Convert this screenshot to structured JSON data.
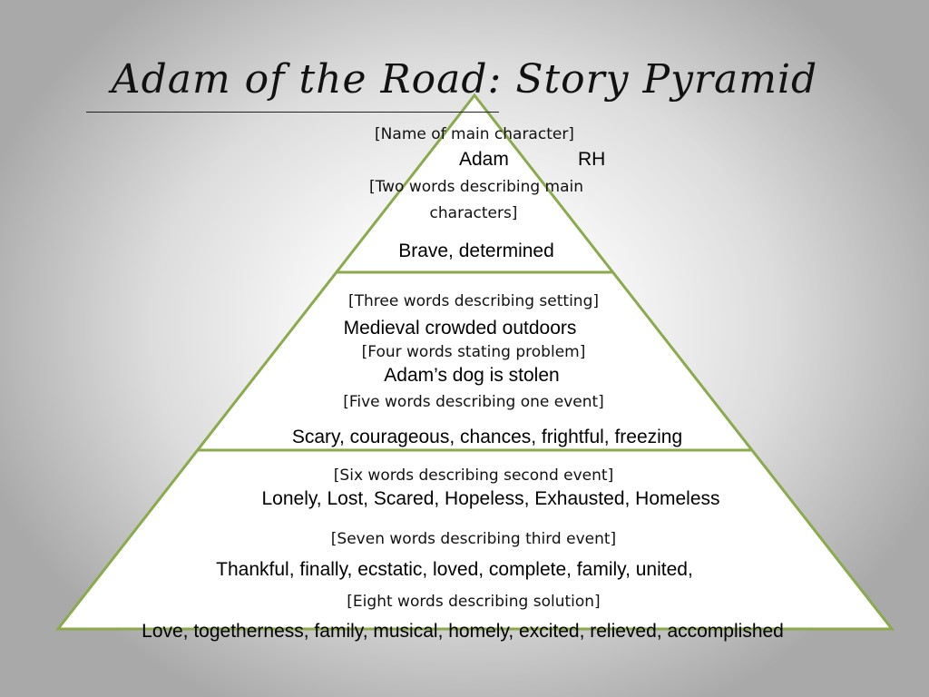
{
  "slide": {
    "title": "Adam of the Road: Story Pyramid"
  },
  "pyramid": {
    "border_color": "#8aaa4c",
    "fill_color": "#ffffff",
    "name_prompt": "[Name of main character]",
    "name_answer_1": "Adam",
    "name_answer_2": "RH",
    "two_words_prompt_line1": "[Two words describing main",
    "two_words_prompt_line2": "characters]",
    "two_words_answer": "Brave, determined",
    "three_words_prompt": "[Three words describing setting]",
    "three_words_answer": "Medieval crowded outdoors",
    "four_words_prompt": "[Four words stating problem]",
    "four_words_answer": "Adam’s dog is stolen",
    "five_words_prompt": "[Five words describing one event]",
    "five_words_answer": "Scary, courageous, chances, frightful, freezing",
    "six_words_prompt": "[Six words describing second event]",
    "six_words_answer": "Lonely, Lost, Scared, Hopeless, Exhausted, Homeless",
    "seven_words_prompt": "[Seven words describing third event]",
    "seven_words_answer": "Thankful, finally, ecstatic, loved, complete, family, united,",
    "eight_words_prompt": "[Eight words describing solution]",
    "eight_words_answer": "Love, togetherness, family, musical, homely, excited, relieved, accomplished"
  }
}
